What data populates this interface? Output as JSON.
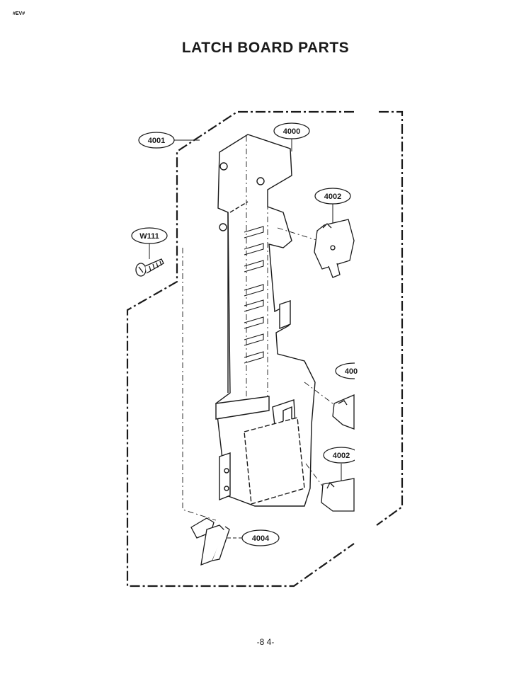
{
  "header": {
    "corner_mark": "#EV#"
  },
  "title": "LATCH BOARD PARTS",
  "callouts": [
    {
      "id": "4001",
      "label": "4001"
    },
    {
      "id": "4000",
      "label": "4000"
    },
    {
      "id": "4002-top",
      "label": "4002"
    },
    {
      "id": "w111",
      "label": "W111"
    },
    {
      "id": "4003",
      "label": "400"
    },
    {
      "id": "4002-bottom",
      "label": "4002"
    },
    {
      "id": "4004",
      "label": "4004"
    }
  ],
  "footer": {
    "page_number": "-8 4-"
  }
}
